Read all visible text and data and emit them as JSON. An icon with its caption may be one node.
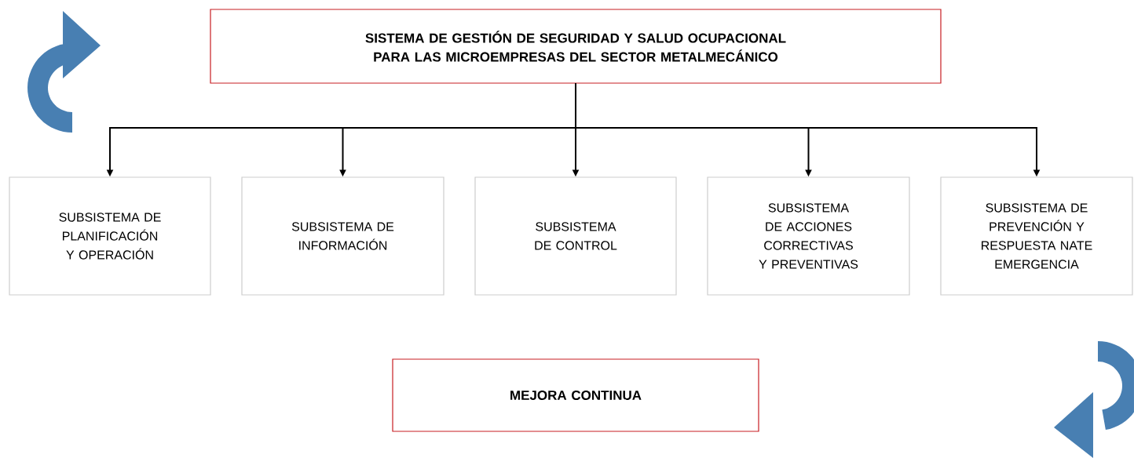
{
  "diagram": {
    "nodes": [
      {
        "text": [
          "SISTEMA DE GESTIÓN DE SEGURIDAD Y SALUD OCUPACIONAL PARA LAS MICROEMPRESAS DEL SECTOR METALMECÁNICO"
        ]
      },
      {
        "text": [
          "SUBSISTEMA DE PLANIFICACIÓN Y OPERACIÓN"
        ]
      },
      {
        "text": [
          "SUBSISTEMA DE INFORMACIÓN"
        ]
      },
      {
        "text": [
          "SUBSISTEMA DE CONTROL"
        ]
      },
      {
        "text": [
          "SUBSISTEMA DE ACCIONES CORRECTIVAS Y PREVENTIVAS"
        ]
      },
      {
        "text": [
          "SUBSISTEMA DE PREVENCIÓN Y RESPUESTA NATE EMERGENCIA"
        ]
      },
      {
        "text": [
          "MEJORA CONTINUA"
        ]
      }
    ],
    "edges": [
      {
        "from": 0,
        "to": 1,
        "arrow": "to"
      },
      {
        "from": 0,
        "to": 2,
        "arrow": "to"
      },
      {
        "from": 0,
        "to": 3,
        "arrow": "to"
      },
      {
        "from": 0,
        "to": 4,
        "arrow": "to"
      },
      {
        "from": 0,
        "to": 5,
        "arrow": "to"
      }
    ]
  }
}
